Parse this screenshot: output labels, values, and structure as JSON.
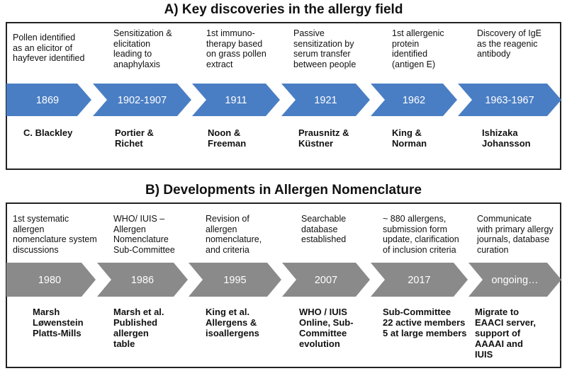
{
  "panelA": {
    "title": "A)  Key discoveries in the allergy field",
    "color": "#4a7ec4",
    "items": [
      {
        "desc": "Pollen identified\nas an elicitor of\nhayfever identified",
        "year": "1869",
        "people": "C. Blackley"
      },
      {
        "desc": "Sensitization &\nelicitation\nleading to\nanaphylaxis",
        "year": "1902-1907",
        "people": "Portier &\nRichet"
      },
      {
        "desc": "1st immuno-\ntherapy based\non grass pollen\nextract",
        "year": "1911",
        "people": "Noon &\nFreeman"
      },
      {
        "desc": "Passive\nsensitization by\nserum transfer\nbetween people",
        "year": "1921",
        "people": "Prausnitz &\nKüstner"
      },
      {
        "desc": "1st allergenic\nprotein\nidentified\n(antigen E)",
        "year": "1962",
        "people": "King &\nNorman"
      },
      {
        "desc": "Discovery of IgE\nas the reagenic\nantibody",
        "year": "1963-1967",
        "people": "Ishizaka\nJohansson"
      }
    ]
  },
  "panelB": {
    "title": "B)  Developments in Allergen Nomenclature",
    "color": "#8a8a8a",
    "items": [
      {
        "desc": "1st systematic\nallergen\nnomenclature system\ndiscussions",
        "year": "1980",
        "people": "Marsh\nLøwenstein\nPlatts-Mills"
      },
      {
        "desc": "WHO/ IUIS –\nAllergen\nNomenclature\nSub-Committee",
        "year": "1986",
        "people": "Marsh et al.\nPublished\nallergen\ntable"
      },
      {
        "desc": "Revision of\nallergen\nnomenclature,\nand criteria",
        "year": "1995",
        "people": "King et al.\nAllergens &\nisoallergens"
      },
      {
        "desc": "Searchable\ndatabase\nestablished",
        "year": "2007",
        "people": "WHO / IUIS\nOnline, Sub-\nCommittee\nevolution"
      },
      {
        "desc": "~ 880 allergens,\nsubmission form\nupdate, clarification\nof inclusion criteria",
        "year": "2017",
        "people": "Sub-Committee\n22 active members\n5 at large members"
      },
      {
        "desc": "Communicate\nwith primary allergy\njournals, database\ncuration",
        "year": "ongoing…",
        "people": "Migrate to\nEAACI server,\nsupport of\nAAAAI and\nIUIS"
      }
    ]
  }
}
